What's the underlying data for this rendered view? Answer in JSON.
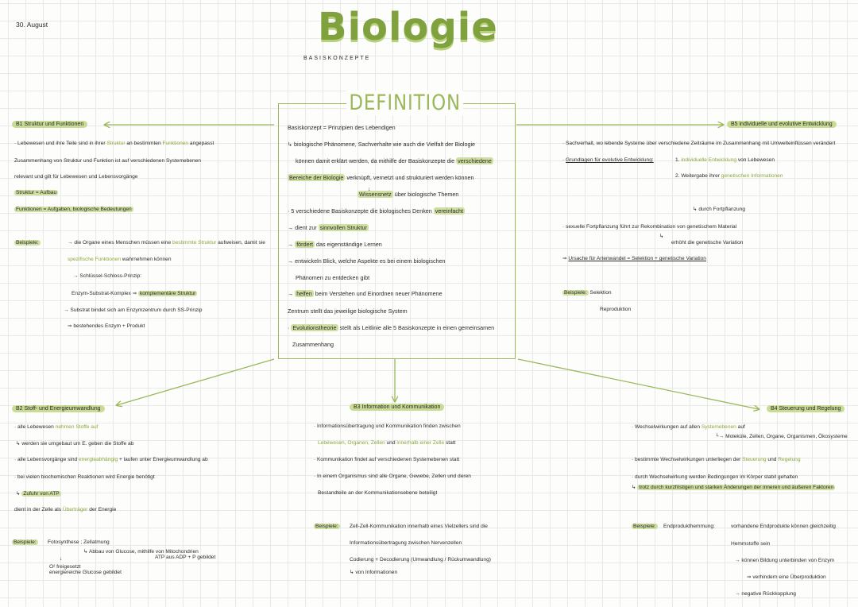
{
  "date": "30. August",
  "title": "Biologie",
  "subtitle": "BASISKONZEPTE",
  "colors": {
    "accent": "#9ab85a",
    "highlight": "#cfe0a2",
    "green_text": "#8aa83a"
  },
  "definition": {
    "title": "DEFINITION",
    "lines": [
      [
        "Basiskonzept = Prinzipien des Lebendigen"
      ],
      [
        "↳ biologische Phänomene, Sachverhalte wie auch die Vielfalt der Biologie"
      ],
      [
        "können damit erklärt werden, da mithilfe der Basiskonzepte die ",
        [
          "verschiedene",
          "hl"
        ]
      ],
      [
        [
          "Bereiche der Biologie",
          "hl"
        ],
        " verknüpft, vernetzt und strukturiert werden können"
      ],
      [
        "↓"
      ],
      [
        [
          "Wissensnetz",
          "hl"
        ],
        " über biologische Themen"
      ],
      [
        "· 5 verschiedene Basiskonzepte die biologisches Denken ",
        [
          "vereinfacht",
          "hl"
        ]
      ],
      [
        "→ dient zur ",
        [
          "sinnvollen Struktur",
          "hl"
        ]
      ],
      [
        "→ ",
        [
          "fördert",
          "hl"
        ],
        " das eigenständige Lernen"
      ],
      [
        "→ entwickeln Blick, welche Aspekte es bei einem biologischen"
      ],
      [
        "Phänomen zu entdecken gibt"
      ],
      [
        "→ ",
        [
          "helfen",
          "hl"
        ],
        " beim Verstehen und Einordnen neuer Phänomene"
      ],
      [
        "Zentrum stellt das jeweilige biologische System"
      ],
      [
        "· ",
        [
          "Evolutionstheorie",
          "hl"
        ],
        " stellt als Leitlinie alle 5 Basiskonzepte in einen gemeinsamen"
      ],
      [
        "Zusammenhang"
      ]
    ]
  },
  "b1": {
    "header": "B1 Struktur und Funktionen",
    "lines": [
      [
        "· Lebewesen und ihre Teile sind in ihrer ",
        [
          "Struktur",
          "g"
        ],
        " an bestimmten ",
        [
          "Funktionen",
          "g"
        ],
        " angepasst"
      ],
      [
        "Zusammenhang von Struktur und Funktion ist auf verschiedenen Systemebenen"
      ],
      [
        "relevant und gilt für Lebewesen und Lebensvorgänge"
      ],
      [
        [
          "Struktur = Aufbau",
          "hl"
        ]
      ],
      [
        [
          "Funktionen = Aufgaben, biologische Bedeutungen",
          "hl"
        ]
      ],
      [
        [
          "Beispiele:",
          "hl"
        ]
      ],
      [
        "→ die Organe eines Menschen müssen eine ",
        [
          "bestimmte Struktur",
          "g"
        ],
        " aufweisen, damit sie"
      ],
      [
        [
          "spezifische Funktionen",
          "g"
        ],
        " wahrnehmen können"
      ],
      [
        "→ Schlüssel-Schloss-Prinzip:"
      ],
      [
        "Enzym-Substrat-Komplex ⇒ ",
        [
          "komplementäre Struktur",
          "hl"
        ]
      ],
      [
        "→ Substrat bindet sich am Enzymzentrum durch SS-Prinzip"
      ],
      [
        "⇒ bestehendes Enzym + Produkt"
      ]
    ]
  },
  "b5": {
    "header": "B5 individuelle und evolutive Entwicklung",
    "lines": [
      [
        "· Sachverhalt, wo lebende Systeme über verschiedene Zeiträume im Zusammenhang mit Umwelteinflüssen verändert"
      ],
      [
        "· ",
        [
          "Grundlagen für evolutive Entwicklung:",
          "u"
        ]
      ],
      [
        "1. ",
        [
          "individuelle Entwicklung",
          "g"
        ],
        " von Lebewesen"
      ],
      [
        "2. Weitergabe ihrer ",
        [
          "genetischen Informationen",
          "g"
        ]
      ],
      [
        "↳ durch Fortpflanzung"
      ],
      [
        "· sexuelle Fortpflanzung führt zur Rekombination von genetischem Material"
      ],
      [
        "↳"
      ],
      [
        "erhöht die genetische Variation"
      ],
      [
        "⇒ ",
        [
          "Ursache für Artenwandel = Selektion + genetische Variation",
          "u"
        ]
      ],
      [
        [
          "Beispiele:",
          "hl"
        ],
        " Selektion"
      ],
      [
        "Reproduktion"
      ]
    ]
  },
  "b2": {
    "header": "B2 Stoff- und Energieumwandlung",
    "lines": [
      [
        "· alle Lebewesen ",
        [
          "nehmen Stoffe auf",
          "g"
        ]
      ],
      [
        "↳ werden sie umgebaut um E. geben die Stoffe ab"
      ],
      [
        "· alle Lebensvorgänge sind ",
        [
          "energieabhängig",
          "g"
        ],
        " + laufen unter Energieumwandlung ab"
      ],
      [
        "· bei vielen biochemischen Reaktionen wird Energie benötigt"
      ],
      [
        "↳ ",
        [
          "Zufuhr von ATP",
          "hl"
        ]
      ],
      [
        "dient in der Zelle als ",
        [
          "Überträger",
          "g"
        ],
        " der Energie"
      ],
      [
        [
          "Beispiele:",
          "hl"
        ]
      ],
      [
        "Fotosynthese ; Zellatmung"
      ],
      [
        "↳ Abbau von Glucose, mithilfe von Mitochondrien"
      ],
      [
        "ATP aus ADP + P gebildet"
      ],
      [
        "↓"
      ],
      [
        "O² freigesetzt"
      ],
      [
        "energiereiche Glucose gebildet"
      ]
    ]
  },
  "b3": {
    "header": "B3 Information und Kommunikation",
    "lines": [
      [
        "· Informationsübertragung und Kommunikation finden zwischen"
      ],
      [
        [
          "Lebewesen, Organen, Zellen",
          "g"
        ],
        " und ",
        [
          "innerhalb einer Zelle",
          "g"
        ],
        " statt"
      ],
      [
        "· Kommunikation findet auf verschiedenen Systemebenen statt"
      ],
      [
        "· In einem Organismus sind alle Organe, Gewebe, Zellen und deren"
      ],
      [
        "Bestandteile an der Kommunikationsebene beteiligt"
      ],
      [
        [
          "Beispiele:",
          "hl"
        ]
      ],
      [
        "Zell-Zell-Kommunikation innerhalb eines Vielzellers sind die"
      ],
      [
        "Informationsübertragung zwischen Nervenzellen"
      ],
      [
        "Codierung + Decodierung (Umwandlung / Rückumwandlung)"
      ],
      [
        "↳ von Informationen"
      ]
    ]
  },
  "b4": {
    "header": "B4 Steuerung und Regelung",
    "lines": [
      [
        "· Wechselwirkungen auf allen ",
        [
          "Systemebenen",
          "g"
        ],
        " auf"
      ],
      [
        "└→ Moleküle, Zellen, Organe, Organismen, Ökosysteme"
      ],
      [
        "· bestimmte Wechselwirkungen unterliegen der ",
        [
          "Steuerung",
          "g"
        ],
        " und ",
        [
          "Regelung",
          "g"
        ]
      ],
      [
        "· durch Wechselwirkung werden Bedingungen im Körper stabil gehalten"
      ],
      [
        "↳ ",
        [
          "trotz durch kurzfristigen und starken Änderungen der inneren und äußeren Faktoren",
          "hl"
        ]
      ],
      [
        [
          "Beispiele:",
          "hl"
        ]
      ],
      [
        "Endprodukthemmung:"
      ],
      [
        "vorhandene Endprodukte können gleichzeitig"
      ],
      [
        "Hemmstoffe sein"
      ],
      [
        "→ können Bildung unterbinden von Enzym"
      ],
      [
        "⇒ verhindern eine Überproduktion"
      ],
      [
        "→ negative Rückkopplung"
      ]
    ]
  }
}
